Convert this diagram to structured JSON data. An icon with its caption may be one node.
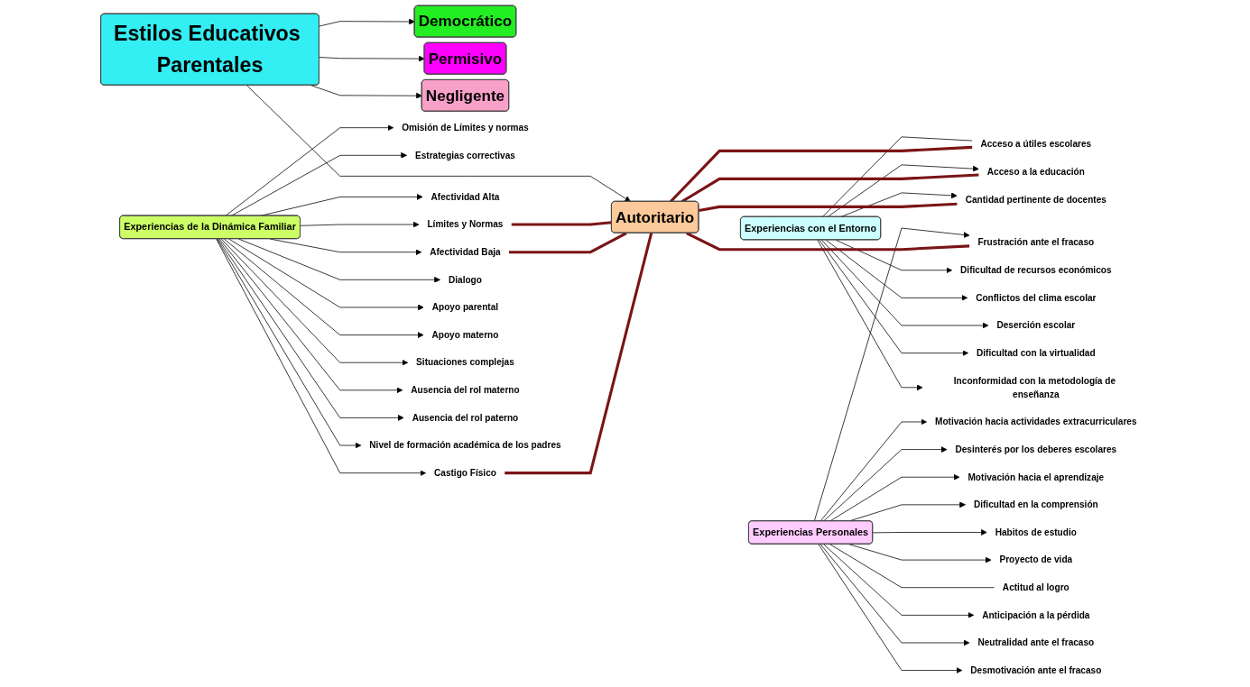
{
  "diagram": {
    "nodes": [
      {
        "text": [
          "Estilos Educativos Parentales"
        ]
      },
      {
        "text": [
          "Autoritario"
        ]
      },
      {
        "text": [
          "Democrático"
        ]
      },
      {
        "text": [
          "Permisivo"
        ]
      },
      {
        "text": [
          "Negligente"
        ]
      },
      {
        "text": [
          "Experiencias de la Dinámica Familiar"
        ]
      },
      {
        "text": [
          "Omisión de Límites y normas"
        ]
      },
      {
        "text": [
          "Estrategias correctivas"
        ]
      },
      {
        "text": [
          "Límites y Normas"
        ]
      },
      {
        "text": [
          "Afectividad Alta"
        ]
      },
      {
        "text": [
          "Afectividad Baja"
        ]
      },
      {
        "text": [
          "Castigo Físico"
        ]
      },
      {
        "text": [
          "Dialogo"
        ]
      },
      {
        "text": [
          "Apoyo parental"
        ]
      },
      {
        "text": [
          "Apoyo materno"
        ]
      },
      {
        "text": [
          "Situaciones complejas"
        ]
      },
      {
        "text": [
          "Ausencia del rol materno"
        ]
      },
      {
        "text": [
          "Ausencia del rol paterno"
        ]
      },
      {
        "text": [
          "Nivel de formación académica de los padres"
        ]
      },
      {
        "text": [
          "Experiencias con el Entorno"
        ]
      },
      {
        "text": [
          "Dificultad de recursos económicos"
        ]
      },
      {
        "text": [
          "Acceso a útiles escolares"
        ]
      },
      {
        "text": [
          "Acceso a la educación"
        ]
      },
      {
        "text": [
          "Cantidad pertinente de docentes"
        ]
      },
      {
        "text": [
          "Conflictos del clima escolar"
        ]
      },
      {
        "text": [
          "Deserción escolar"
        ]
      },
      {
        "text": [
          "Dificultad con la virtualidad"
        ]
      },
      {
        "text": [
          "Inconformidad con la metodología de enseñanza"
        ]
      },
      {
        "text": [
          "Experiencias Personales"
        ]
      },
      {
        "text": [
          "Motivación hacia actividades extracurriculares"
        ]
      },
      {
        "text": [
          "Desinterés por los deberes escolares"
        ]
      },
      {
        "text": [
          "Motivación hacia el aprendizaje"
        ]
      },
      {
        "text": [
          "Dificultad en la comprensión"
        ]
      },
      {
        "text": [
          "Habitos de estudio"
        ]
      },
      {
        "text": [
          "Proyecto de vida"
        ]
      },
      {
        "text": [
          "Actitud al logro"
        ]
      },
      {
        "text": [
          "Anticipación a la pérdida"
        ]
      },
      {
        "text": [
          "Frustración ante el fracaso"
        ]
      },
      {
        "text": [
          "Neutralidad ante el fracaso"
        ]
      },
      {
        "text": [
          "Desmotivación ante el fracaso"
        ]
      }
    ],
    "edges": [
      {
        "from": 0,
        "to": 1,
        "arrow": "to"
      },
      {
        "from": 0,
        "to": 2,
        "arrow": "to"
      },
      {
        "from": 0,
        "to": 3,
        "arrow": "to"
      },
      {
        "from": 0,
        "to": 4,
        "arrow": "to"
      },
      {
        "from": 5,
        "to": 6,
        "arrow": "to"
      },
      {
        "from": 5,
        "to": 7,
        "arrow": "to"
      },
      {
        "from": 5,
        "to": 8,
        "arrow": "to"
      },
      {
        "from": 5,
        "to": 9,
        "arrow": "to"
      },
      {
        "from": 5,
        "to": 10,
        "arrow": "to"
      },
      {
        "from": 5,
        "to": 11,
        "arrow": "to"
      },
      {
        "from": 5,
        "to": 12,
        "arrow": "to"
      },
      {
        "from": 5,
        "to": 13,
        "arrow": "to"
      },
      {
        "from": 5,
        "to": 14,
        "arrow": "to"
      },
      {
        "from": 5,
        "to": 15,
        "arrow": "to"
      },
      {
        "from": 5,
        "to": 16,
        "arrow": "to"
      },
      {
        "from": 5,
        "to": 17,
        "arrow": "to"
      },
      {
        "from": 5,
        "to": 18,
        "arrow": "to"
      },
      {
        "from": 19,
        "to": 20,
        "arrow": "to"
      },
      {
        "from": 19,
        "to": 21,
        "arrow": "none"
      },
      {
        "from": 19,
        "to": 22,
        "arrow": "to"
      },
      {
        "from": 19,
        "to": 23,
        "arrow": "to"
      },
      {
        "from": 19,
        "to": 24,
        "arrow": "to"
      },
      {
        "from": 19,
        "to": 25,
        "arrow": "to"
      },
      {
        "from": 19,
        "to": 26,
        "arrow": "to"
      },
      {
        "from": 19,
        "to": 27,
        "arrow": "to"
      },
      {
        "from": 28,
        "to": 29,
        "arrow": "to"
      },
      {
        "from": 28,
        "to": 30,
        "arrow": "to"
      },
      {
        "from": 28,
        "to": 31,
        "arrow": "to"
      },
      {
        "from": 28,
        "to": 32,
        "arrow": "to"
      },
      {
        "from": 28,
        "to": 33,
        "arrow": "to"
      },
      {
        "from": 28,
        "to": 34,
        "arrow": "to"
      },
      {
        "from": 28,
        "to": 35,
        "arrow": "none"
      },
      {
        "from": 28,
        "to": 36,
        "arrow": "to"
      },
      {
        "from": 28,
        "to": 37,
        "arrow": "to"
      },
      {
        "from": 28,
        "to": 38,
        "arrow": "to"
      },
      {
        "from": 28,
        "to": 39,
        "arrow": "to"
      },
      {
        "from": 8,
        "to": 1,
        "arrow": "none",
        "style": "thick",
        "color": "#7b1414"
      },
      {
        "from": 10,
        "to": 1,
        "arrow": "none",
        "style": "thick",
        "color": "#7b1414"
      },
      {
        "from": 11,
        "to": 1,
        "arrow": "none",
        "style": "thick",
        "color": "#7b1414"
      },
      {
        "from": 1,
        "to": 21,
        "arrow": "none",
        "style": "thick",
        "color": "#7b1414"
      },
      {
        "from": 1,
        "to": 22,
        "arrow": "none",
        "style": "thick",
        "color": "#7b1414"
      },
      {
        "from": 1,
        "to": 23,
        "arrow": "none",
        "style": "thick",
        "color": "#7b1414"
      },
      {
        "from": 1,
        "to": 37,
        "arrow": "none",
        "style": "thick",
        "color": "#7b1414"
      }
    ]
  }
}
